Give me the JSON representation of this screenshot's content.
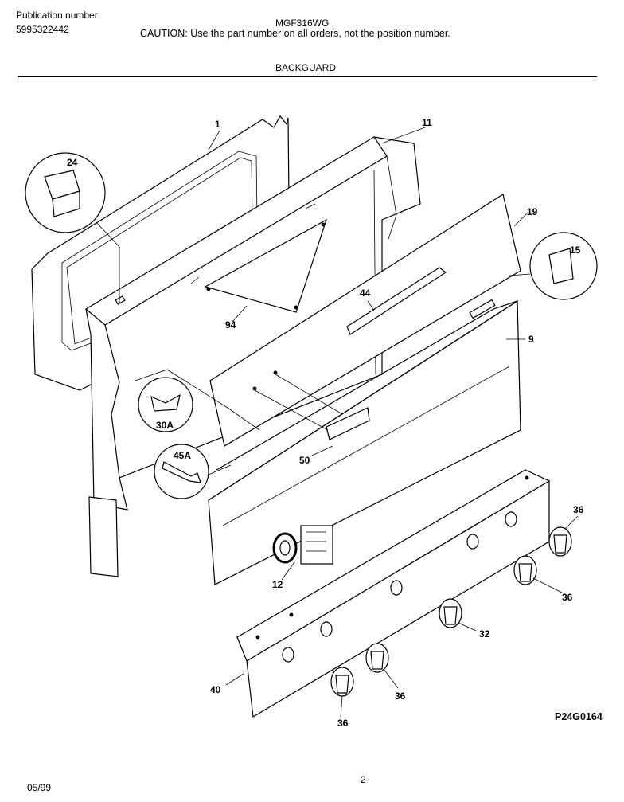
{
  "header": {
    "publication_label": "Publication number",
    "publication_number": "5995322442",
    "model": "MGF316WG",
    "caution": "CAUTION:  Use the part number on all orders, not the position number.",
    "section_title": "BACKGUARD"
  },
  "diagram": {
    "code": "P24G0164",
    "callouts": {
      "p1": "1",
      "p11": "11",
      "p24": "24",
      "p19": "19",
      "p15": "15",
      "p44": "44",
      "p94": "94",
      "p9": "9",
      "p30a": "30A",
      "p45a": "45A",
      "p50": "50",
      "p12": "12",
      "p36a": "36",
      "p36b": "36",
      "p36c": "36",
      "p36d": "36",
      "p32": "32",
      "p40": "40"
    }
  },
  "footer": {
    "date": "05/99",
    "page": "2"
  }
}
